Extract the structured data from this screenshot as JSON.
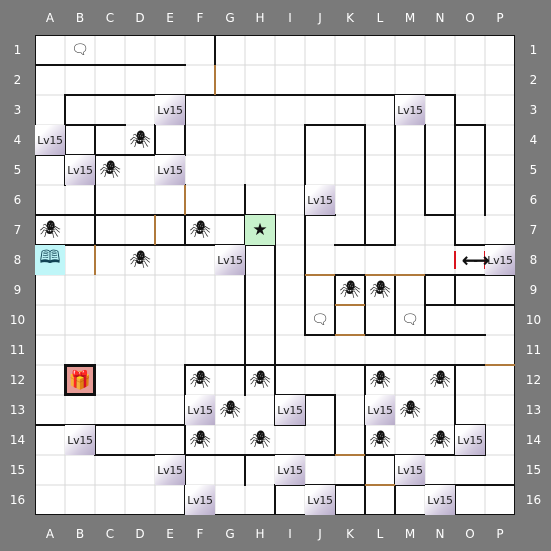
{
  "columns": [
    "A",
    "B",
    "C",
    "D",
    "E",
    "F",
    "G",
    "H",
    "I",
    "J",
    "K",
    "L",
    "M",
    "N",
    "O",
    "P"
  ],
  "rows": [
    "1",
    "2",
    "3",
    "4",
    "5",
    "6",
    "7",
    "8",
    "9",
    "10",
    "11",
    "12",
    "13",
    "14",
    "15",
    "16"
  ],
  "colors": {
    "frame": "#7a7a7a",
    "grid": "#d9d9d9",
    "wall": "#111111",
    "door": "#b07a3c",
    "red_marker": "#d9141e"
  },
  "level_label": "Lv15",
  "monsters": [
    {
      "cell": "E3",
      "label": "Lv15"
    },
    {
      "cell": "M3",
      "label": "Lv15"
    },
    {
      "cell": "A4",
      "label": "Lv15"
    },
    {
      "cell": "B5",
      "label": "Lv15"
    },
    {
      "cell": "E5",
      "label": "Lv15"
    },
    {
      "cell": "J6",
      "label": "Lv15"
    },
    {
      "cell": "G8",
      "label": "Lv15"
    },
    {
      "cell": "P8",
      "label": "Lv15"
    },
    {
      "cell": "F13",
      "label": "Lv15"
    },
    {
      "cell": "I13",
      "label": "Lv15"
    },
    {
      "cell": "L13",
      "label": "Lv15"
    },
    {
      "cell": "B14",
      "label": "Lv15"
    },
    {
      "cell": "O14",
      "label": "Lv15"
    },
    {
      "cell": "E15",
      "label": "Lv15"
    },
    {
      "cell": "I15",
      "label": "Lv15"
    },
    {
      "cell": "M15",
      "label": "Lv15"
    },
    {
      "cell": "F16",
      "label": "Lv15"
    },
    {
      "cell": "J16",
      "label": "Lv15"
    },
    {
      "cell": "N16",
      "label": "Lv15"
    }
  ],
  "spiders": [
    "D4",
    "C5",
    "A7",
    "F7",
    "D8",
    "K9",
    "L9",
    "F12",
    "H12",
    "L12",
    "N12",
    "G13",
    "M13",
    "F14",
    "H14",
    "L14",
    "N14"
  ],
  "chat_bubbles": [
    "B1",
    "J10",
    "M10"
  ],
  "items": [
    {
      "cell": "H7",
      "name": "star-icon"
    },
    {
      "cell": "A8",
      "name": "book-icon"
    },
    {
      "cell": "B12",
      "name": "gift-icon"
    }
  ],
  "arrows": [
    {
      "cell": "O8",
      "dir": "left"
    },
    {
      "cell": "P8",
      "dir": "right"
    }
  ]
}
